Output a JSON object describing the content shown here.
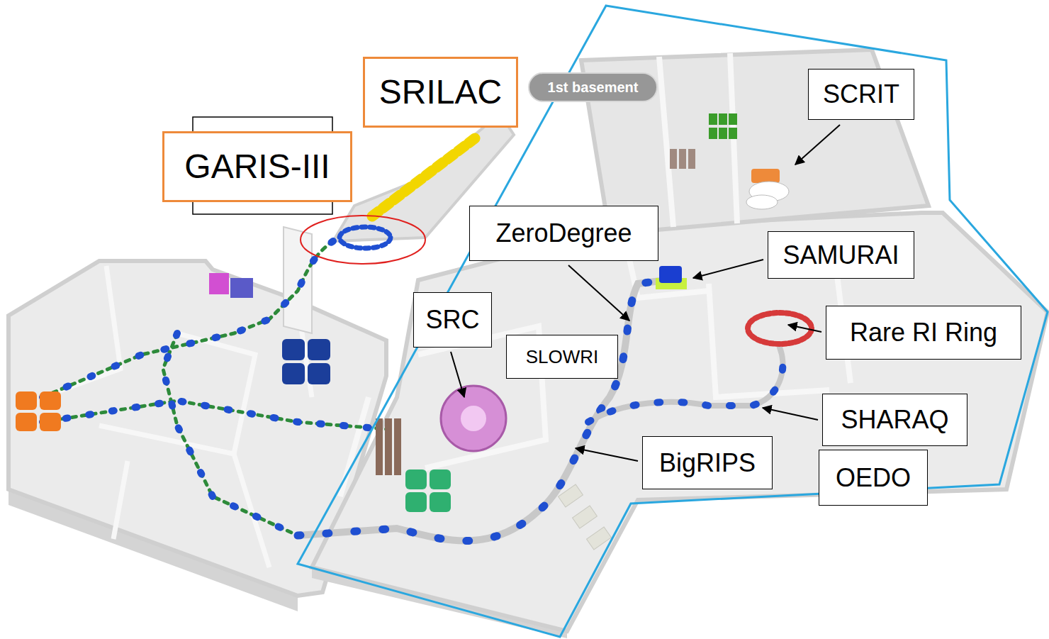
{
  "diagram": {
    "nodes": [
      {
        "text": [
          "SRILAC"
        ]
      },
      {
        "text": [
          "1st basement"
        ]
      },
      {
        "text": [
          "SCRIT"
        ]
      },
      {
        "text": [
          "GARIS-III"
        ]
      },
      {
        "text": [
          "ZeroDegree"
        ]
      },
      {
        "text": [
          "SAMURAI"
        ]
      },
      {
        "text": [
          "SRC"
        ]
      },
      {
        "text": [
          "SLOWRI"
        ]
      },
      {
        "text": [
          "Rare RI Ring"
        ]
      },
      {
        "text": [
          "SHARAQ"
        ]
      },
      {
        "text": [
          "BigRIPS"
        ]
      },
      {
        "text": [
          "OEDO"
        ]
      }
    ]
  }
}
